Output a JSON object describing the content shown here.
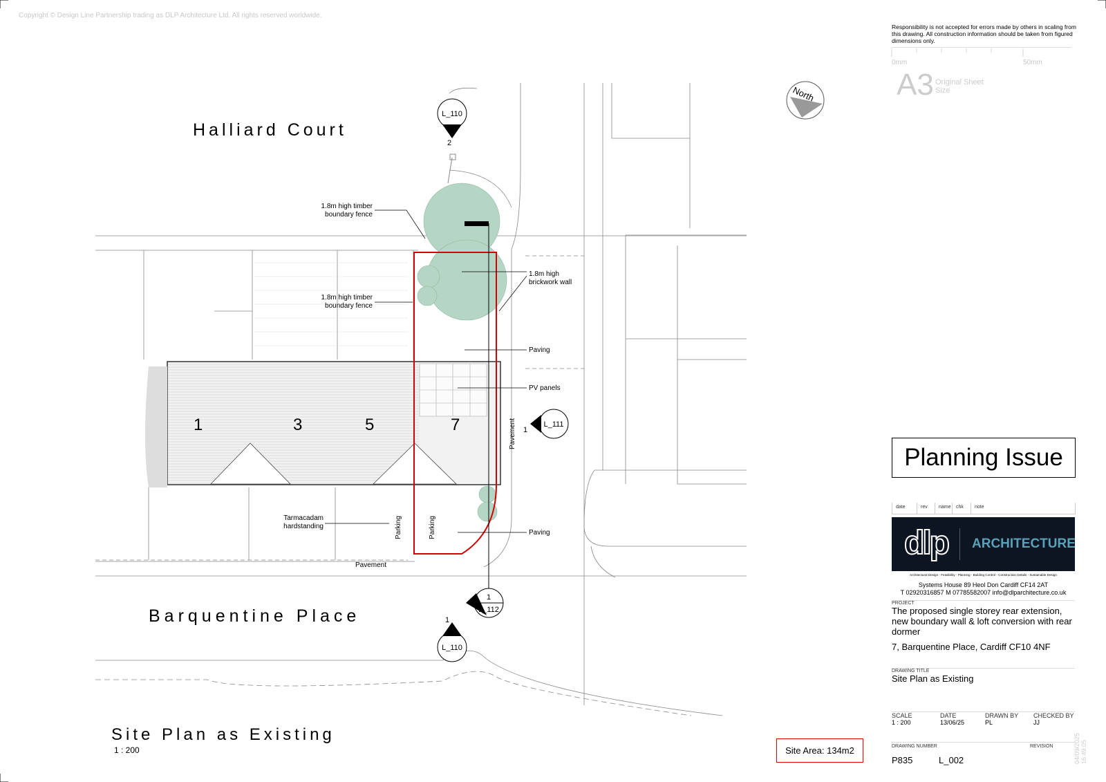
{
  "copyright": "Copyright © Design Line Partnership trading as DLP Architecture Ltd. All rights reserved worldwide.",
  "disclaimer": "Responsibility is not accepted for errors made by others in scaling from this drawing.  All construction information should be taken from figured dimensions only.",
  "scale_bar": {
    "start": "0mm",
    "end": "50mm"
  },
  "sheet": {
    "size": "A3",
    "label": "Original Sheet Size"
  },
  "north_label": "North",
  "plan": {
    "streets": {
      "top": "Halliard Court",
      "bottom": "Barquentine Place"
    },
    "house_numbers": [
      "1",
      "3",
      "5",
      "7"
    ],
    "annotations": {
      "fence_top": [
        "1.8m high timber",
        "boundary fence"
      ],
      "fence_mid": [
        "1.8m high timber",
        "boundary fence"
      ],
      "brick_wall": [
        "1.8m high",
        "brickwork wall"
      ],
      "paving_top": "Paving",
      "pv_panels": "PV panels",
      "pavement_side": "Pavement",
      "tarmac": [
        "Tarmacadam",
        "hardstanding"
      ],
      "parking_1": "Parking",
      "parking_2": "Parking",
      "paving_bottom": "Paving",
      "pavement_bottom": "Pavement"
    },
    "section_markers": [
      {
        "ref": "L_110",
        "num": "2"
      },
      {
        "ref": "L_111",
        "num": "1"
      },
      {
        "ref": "L_112",
        "num": "1"
      },
      {
        "ref": "L_110",
        "num": "1"
      }
    ],
    "colors": {
      "boundary": "#d40000",
      "tree": "#9fc9b3"
    }
  },
  "drawing_title": "Site Plan as Existing",
  "drawing_scale": "1 : 200",
  "site_area": "Site Area: 134m2",
  "title_block": {
    "status": "Planning Issue",
    "rev_headers": [
      "date",
      "rev",
      "name",
      "chk",
      "note"
    ],
    "logo": {
      "mark": "dlp",
      "text": "ARCHITECTURE"
    },
    "tagline": "Architectural Design - Feasibility - Planning - Building Control - Construction Details - Sustainable Design",
    "address": "Systems House   89 Heol Don    Cardiff    CF14 2AT",
    "contact": "T  02920316857    M  07785582007     info@dlparchitecture.co.uk",
    "project_label": "PROJECT",
    "project": "The proposed single storey rear extension, new boundary wall & loft conversion with rear dormer",
    "site_address": "7, Barquentine Place, Cardiff CF10 4NF",
    "drawing_title_label": "DRAWING TITLE",
    "drawing_title": "Site Plan as Existing",
    "scale_label": "SCALE",
    "scale": "1 : 200",
    "date_label": "DATE",
    "date": "13/06/25",
    "drawn_label": "DRAWN BY",
    "drawn": "PL",
    "checked_label": "CHECKED BY",
    "checked": "JJ",
    "number_label": "DRAWING NUMBER",
    "number_project": "P835",
    "number_sheet": "L_002",
    "revision_label": "REVISION",
    "timestamp": "04/09/2025 16:49:05"
  }
}
